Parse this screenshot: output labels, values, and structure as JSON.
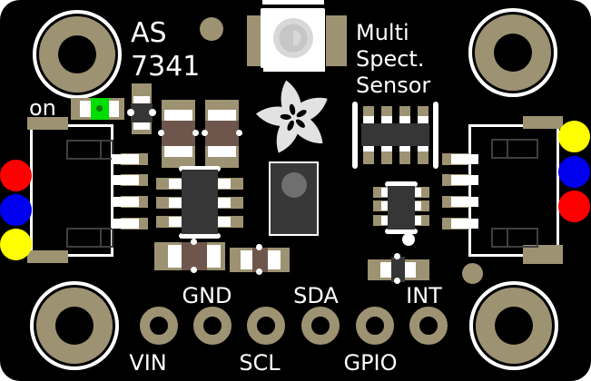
{
  "title": {
    "line1": "AS",
    "line2": "7341"
  },
  "subtitle": {
    "line1": "Multi",
    "line2": "Spect.",
    "line3": "Sensor"
  },
  "power_led": {
    "label": "on"
  },
  "pinout": {
    "top_row": [
      "GND",
      "SDA",
      "INT"
    ],
    "bottom_row": [
      "VIN",
      "SCL",
      "GPIO"
    ]
  },
  "icons": {
    "logo": "adafruit-flower-logo",
    "led_lens": "neopixel-led-lens"
  },
  "colors": {
    "board": "#000000",
    "copper": "#9d9272",
    "silkscreen": "#ffffff",
    "ic_body": "#363636",
    "capacitor": "#6e564c",
    "led_green": "#00dd00",
    "led_green_dot": "#117711",
    "wire_red": "#ff0000",
    "wire_blue": "#0000ee",
    "wire_yellow": "#ffff00",
    "flower": "#e2e2e2",
    "lens": "#d8d8d8",
    "lens_detail": "#c6c6c6",
    "sensor_body": "#383838",
    "sensor_window": "#6f6f6f",
    "pin_metal": "#e8e8e8"
  }
}
